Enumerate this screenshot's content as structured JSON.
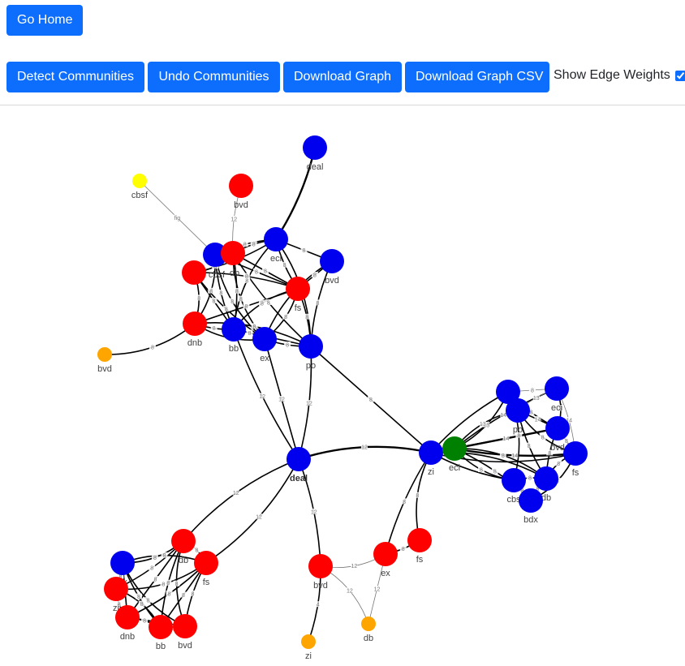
{
  "toolbar": {
    "go_home": "Go Home",
    "detect": "Detect Communities",
    "undo": "Undo Communities",
    "download_graph": "Download Graph",
    "download_csv": "Download Graph CSV",
    "show_weights": "Show Edge Weights",
    "show_weights_checked": true
  },
  "colors": {
    "blue": "#0000ee",
    "red": "#ff0000",
    "orange": "#ffa500",
    "yellow": "#ffff00",
    "green": "#008000",
    "accent": "#0d6efd"
  },
  "graph": {
    "nodes": [
      {
        "id": "deal_c",
        "label": "deal",
        "color": "blue",
        "size": "large",
        "bold": true
      },
      {
        "id": "zi_c",
        "label": "zi",
        "color": "blue",
        "size": "large"
      },
      {
        "id": "deal_top",
        "label": "deal",
        "color": "blue",
        "size": "large"
      },
      {
        "id": "cbsf",
        "label": "cbsf",
        "color": "yellow",
        "size": "small"
      },
      {
        "id": "bvd_r1",
        "label": "bvd",
        "color": "red",
        "size": "large"
      },
      {
        "id": "A_blue_cbs",
        "label": "cbsf",
        "color": "blue",
        "size": "large"
      },
      {
        "id": "A_red_db",
        "label": "db",
        "color": "red",
        "size": "large"
      },
      {
        "id": "A_eci",
        "label": "eci",
        "color": "blue",
        "size": "large"
      },
      {
        "id": "A_bvd",
        "label": "bvd",
        "color": "blue",
        "size": "large"
      },
      {
        "id": "A_red_left",
        "label": "",
        "color": "red",
        "size": "large"
      },
      {
        "id": "A_fs",
        "label": "fs",
        "color": "red",
        "size": "large"
      },
      {
        "id": "A_dnb",
        "label": "dnb",
        "color": "red",
        "size": "large"
      },
      {
        "id": "A_bb",
        "label": "bb",
        "color": "blue",
        "size": "large"
      },
      {
        "id": "A_ex",
        "label": "ex",
        "color": "blue",
        "size": "large"
      },
      {
        "id": "A_po",
        "label": "po",
        "color": "blue",
        "size": "large"
      },
      {
        "id": "bvd_or1",
        "label": "bvd",
        "color": "orange",
        "size": "small"
      },
      {
        "id": "C_ex",
        "label": "ex",
        "color": "blue",
        "size": "large"
      },
      {
        "id": "C_db",
        "label": "db",
        "color": "red",
        "size": "large"
      },
      {
        "id": "C_fs",
        "label": "fs",
        "color": "red",
        "size": "large"
      },
      {
        "id": "C_zi",
        "label": "zi",
        "color": "red",
        "size": "large"
      },
      {
        "id": "C_dnb",
        "label": "dnb",
        "color": "red",
        "size": "large"
      },
      {
        "id": "C_bb",
        "label": "bb",
        "color": "red",
        "size": "large"
      },
      {
        "id": "C_bvd",
        "label": "bvd",
        "color": "red",
        "size": "large"
      },
      {
        "id": "D_bvd",
        "label": "bvd",
        "color": "red",
        "size": "large"
      },
      {
        "id": "D_ex",
        "label": "ex",
        "color": "red",
        "size": "large"
      },
      {
        "id": "D_fs",
        "label": "fs",
        "color": "red",
        "size": "large"
      },
      {
        "id": "zi_or",
        "label": "zi",
        "color": "orange",
        "size": "small"
      },
      {
        "id": "db_or",
        "label": "db",
        "color": "orange",
        "size": "small"
      },
      {
        "id": "B_eci_g",
        "label": "eci",
        "color": "green",
        "size": "large"
      },
      {
        "id": "B_n1",
        "label": "",
        "color": "blue",
        "size": "large"
      },
      {
        "id": "B_po",
        "label": "po",
        "color": "blue",
        "size": "large"
      },
      {
        "id": "B_eci",
        "label": "eci",
        "color": "blue",
        "size": "large"
      },
      {
        "id": "B_bvd",
        "label": "bvd",
        "color": "blue",
        "size": "large"
      },
      {
        "id": "B_fs",
        "label": "fs",
        "color": "blue",
        "size": "large"
      },
      {
        "id": "B_cbs",
        "label": "cbs",
        "color": "blue",
        "size": "large"
      },
      {
        "id": "B_db",
        "label": "db",
        "color": "blue",
        "size": "large"
      },
      {
        "id": "B_bdx",
        "label": "bdx",
        "color": "blue",
        "size": "large"
      }
    ],
    "edges": [
      {
        "from": "deal_c",
        "to": "zi_c",
        "weight": "12",
        "thick": true
      },
      {
        "from": "deal_c",
        "to": "A_bb",
        "weight": "12",
        "thick": false
      },
      {
        "from": "deal_c",
        "to": "A_ex",
        "weight": "12",
        "thick": false
      },
      {
        "from": "deal_c",
        "to": "A_po",
        "weight": "12",
        "thick": false
      },
      {
        "from": "deal_c",
        "to": "C_db",
        "weight": "12",
        "thick": false
      },
      {
        "from": "deal_c",
        "to": "C_fs",
        "weight": "12",
        "thick": false
      },
      {
        "from": "deal_c",
        "to": "D_bvd",
        "weight": "12",
        "thick": false
      },
      {
        "from": "zi_c",
        "to": "A_po",
        "weight": "8",
        "thick": false
      },
      {
        "from": "zi_c",
        "to": "D_ex",
        "weight": "8",
        "thick": false
      },
      {
        "from": "zi_c",
        "to": "D_fs",
        "weight": "8",
        "thick": false
      },
      {
        "from": "zi_c",
        "to": "B_eci_g",
        "weight": "",
        "thick": true
      },
      {
        "from": "zi_c",
        "to": "B_n1",
        "weight": "",
        "thick": false
      },
      {
        "from": "zi_c",
        "to": "B_bvd",
        "weight": "",
        "thick": false
      },
      {
        "from": "zi_c",
        "to": "B_cbs",
        "weight": "",
        "thick": false
      },
      {
        "from": "zi_c",
        "to": "B_fs",
        "weight": "",
        "thick": false
      },
      {
        "from": "zi_c",
        "to": "B_db",
        "weight": "",
        "thick": false
      },
      {
        "from": "deal_top",
        "to": "A_eci",
        "weight": "",
        "thick": true
      },
      {
        "from": "cbsf",
        "to": "A_blue_cbs",
        "weight": "fig",
        "thick": false,
        "thin": true
      },
      {
        "from": "bvd_r1",
        "to": "A_red_db",
        "weight": "12",
        "thick": false,
        "thin": true
      },
      {
        "from": "bvd_or1",
        "to": "A_dnb",
        "weight": "8",
        "thick": false
      },
      {
        "from": "A_blue_cbs",
        "to": "A_red_db",
        "weight": "8"
      },
      {
        "from": "A_blue_cbs",
        "to": "A_eci",
        "weight": "8"
      },
      {
        "from": "A_blue_cbs",
        "to": "A_fs",
        "weight": "8"
      },
      {
        "from": "A_blue_cbs",
        "to": "A_bb",
        "weight": "8"
      },
      {
        "from": "A_blue_cbs",
        "to": "A_ex",
        "weight": "8"
      },
      {
        "from": "A_blue_cbs",
        "to": "A_dnb",
        "weight": "8"
      },
      {
        "from": "A_red_db",
        "to": "A_eci",
        "weight": "8"
      },
      {
        "from": "A_red_db",
        "to": "A_fs",
        "weight": "8"
      },
      {
        "from": "A_red_db",
        "to": "A_po",
        "weight": "8"
      },
      {
        "from": "A_red_db",
        "to": "A_ex",
        "weight": "8"
      },
      {
        "from": "A_red_db",
        "to": "A_red_left",
        "weight": "8"
      },
      {
        "from": "A_red_db",
        "to": "A_bb",
        "weight": "8"
      },
      {
        "from": "A_eci",
        "to": "A_bvd",
        "weight": "8"
      },
      {
        "from": "A_eci",
        "to": "A_fs",
        "weight": "8"
      },
      {
        "from": "A_eci",
        "to": "A_bb",
        "weight": "8"
      },
      {
        "from": "A_eci",
        "to": "A_po",
        "weight": "8"
      },
      {
        "from": "A_eci",
        "to": "A_red_left",
        "weight": "8"
      },
      {
        "from": "A_bvd",
        "to": "A_fs",
        "weight": "8"
      },
      {
        "from": "A_bvd",
        "to": "A_po",
        "weight": "8"
      },
      {
        "from": "A_bvd",
        "to": "A_ex",
        "weight": "8"
      },
      {
        "from": "A_red_left",
        "to": "A_dnb",
        "weight": "8"
      },
      {
        "from": "A_red_left",
        "to": "A_fs",
        "weight": "8"
      },
      {
        "from": "A_red_left",
        "to": "A_bb",
        "weight": "8"
      },
      {
        "from": "A_red_left",
        "to": "A_ex",
        "weight": "8"
      },
      {
        "from": "A_fs",
        "to": "A_bb",
        "weight": "8"
      },
      {
        "from": "A_fs",
        "to": "A_ex",
        "weight": "8"
      },
      {
        "from": "A_fs",
        "to": "A_po",
        "weight": "8"
      },
      {
        "from": "A_fs",
        "to": "A_dnb",
        "weight": "8"
      },
      {
        "from": "A_dnb",
        "to": "A_bb",
        "weight": "8"
      },
      {
        "from": "A_dnb",
        "to": "A_ex",
        "weight": "8"
      },
      {
        "from": "A_dnb",
        "to": "A_po",
        "weight": "8"
      },
      {
        "from": "A_bb",
        "to": "A_ex",
        "weight": "8"
      },
      {
        "from": "A_bb",
        "to": "A_po",
        "weight": "8"
      },
      {
        "from": "A_ex",
        "to": "A_po",
        "weight": "8"
      },
      {
        "from": "C_ex",
        "to": "C_db",
        "weight": "8"
      },
      {
        "from": "C_ex",
        "to": "C_fs",
        "weight": "8"
      },
      {
        "from": "C_ex",
        "to": "C_zi",
        "weight": "8"
      },
      {
        "from": "C_ex",
        "to": "C_dnb",
        "weight": "8"
      },
      {
        "from": "C_ex",
        "to": "C_bb",
        "weight": "8"
      },
      {
        "from": "C_ex",
        "to": "C_bvd",
        "weight": "8"
      },
      {
        "from": "C_db",
        "to": "C_fs",
        "weight": "8"
      },
      {
        "from": "C_db",
        "to": "C_zi",
        "weight": "8"
      },
      {
        "from": "C_db",
        "to": "C_dnb",
        "weight": "8"
      },
      {
        "from": "C_db",
        "to": "C_bb",
        "weight": "8"
      },
      {
        "from": "C_db",
        "to": "C_bvd",
        "weight": "8"
      },
      {
        "from": "C_fs",
        "to": "C_zi",
        "weight": "8"
      },
      {
        "from": "C_fs",
        "to": "C_dnb",
        "weight": "8"
      },
      {
        "from": "C_fs",
        "to": "C_bb",
        "weight": "8"
      },
      {
        "from": "C_fs",
        "to": "C_bvd",
        "weight": "8"
      },
      {
        "from": "C_zi",
        "to": "C_dnb",
        "weight": "8"
      },
      {
        "from": "C_zi",
        "to": "C_bb",
        "weight": "8"
      },
      {
        "from": "C_dnb",
        "to": "C_bb",
        "weight": "8"
      },
      {
        "from": "C_dnb",
        "to": "C_bvd",
        "weight": "8"
      },
      {
        "from": "C_bb",
        "to": "C_bvd",
        "weight": "8"
      },
      {
        "from": "D_bvd",
        "to": "D_ex",
        "weight": "12",
        "thin": true
      },
      {
        "from": "D_bvd",
        "to": "db_or",
        "weight": "12",
        "thin": true
      },
      {
        "from": "D_bvd",
        "to": "zi_or",
        "weight": "4",
        "thick": false
      },
      {
        "from": "D_ex",
        "to": "db_or",
        "weight": "12",
        "thin": true
      },
      {
        "from": "D_ex",
        "to": "D_fs",
        "weight": "8"
      },
      {
        "from": "B_eci_g",
        "to": "B_n1",
        "weight": "13"
      },
      {
        "from": "B_eci_g",
        "to": "B_po",
        "weight": "13"
      },
      {
        "from": "B_eci_g",
        "to": "B_eci",
        "weight": "14"
      },
      {
        "from": "B_eci_g",
        "to": "B_bvd",
        "weight": "14",
        "thick": true
      },
      {
        "from": "B_eci_g",
        "to": "B_fs",
        "weight": "14",
        "thick": true
      },
      {
        "from": "B_eci_g",
        "to": "B_cbs",
        "weight": "8"
      },
      {
        "from": "B_eci_g",
        "to": "B_db",
        "weight": "8"
      },
      {
        "from": "B_eci_g",
        "to": "B_bdx",
        "weight": "8"
      },
      {
        "from": "B_n1",
        "to": "B_eci",
        "weight": "8",
        "thin": true
      },
      {
        "from": "B_n1",
        "to": "B_bvd",
        "weight": "8"
      },
      {
        "from": "B_n1",
        "to": "B_po",
        "weight": "14",
        "thin": true
      },
      {
        "from": "B_n1",
        "to": "B_cbs",
        "weight": "8"
      },
      {
        "from": "B_po",
        "to": "B_eci",
        "weight": "13",
        "thin": true
      },
      {
        "from": "B_po",
        "to": "B_bvd",
        "weight": "14"
      },
      {
        "from": "B_po",
        "to": "B_db",
        "weight": "8"
      },
      {
        "from": "B_po",
        "to": "B_fs",
        "weight": "8"
      },
      {
        "from": "B_eci",
        "to": "B_bvd",
        "weight": "8"
      },
      {
        "from": "B_eci",
        "to": "B_fs",
        "weight": "14",
        "thin": true
      },
      {
        "from": "B_bvd",
        "to": "B_fs",
        "weight": "8"
      },
      {
        "from": "B_bvd",
        "to": "B_db",
        "weight": "8"
      },
      {
        "from": "B_fs",
        "to": "B_db",
        "weight": "8"
      },
      {
        "from": "B_fs",
        "to": "B_bdx",
        "weight": "8"
      },
      {
        "from": "B_cbs",
        "to": "B_db",
        "weight": "8"
      },
      {
        "from": "B_cbs",
        "to": "B_bdx",
        "weight": "8"
      },
      {
        "from": "B_db",
        "to": "B_bdx",
        "weight": "8"
      }
    ]
  }
}
